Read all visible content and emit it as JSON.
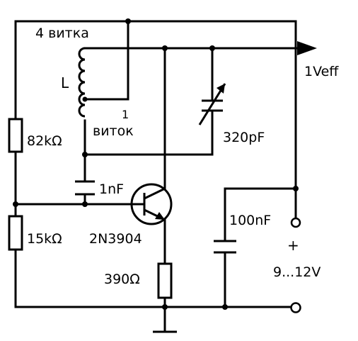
{
  "coil": {
    "turns_top": "4  витка",
    "turns_tap_num": "1",
    "turns_tap": "виток",
    "name": "L"
  },
  "components": {
    "r_top": "82kΩ",
    "r_bottom": "15kΩ",
    "c_base": "1nF",
    "c_var": "320pF",
    "c_supply": "100nF",
    "transistor": "2N3904",
    "r_emitter": "390Ω"
  },
  "output": {
    "label": "1Veff"
  },
  "supply": {
    "plus": "+",
    "voltage": "9...12V"
  },
  "colors": {
    "ink": "#000000",
    "background": "#ffffff"
  }
}
